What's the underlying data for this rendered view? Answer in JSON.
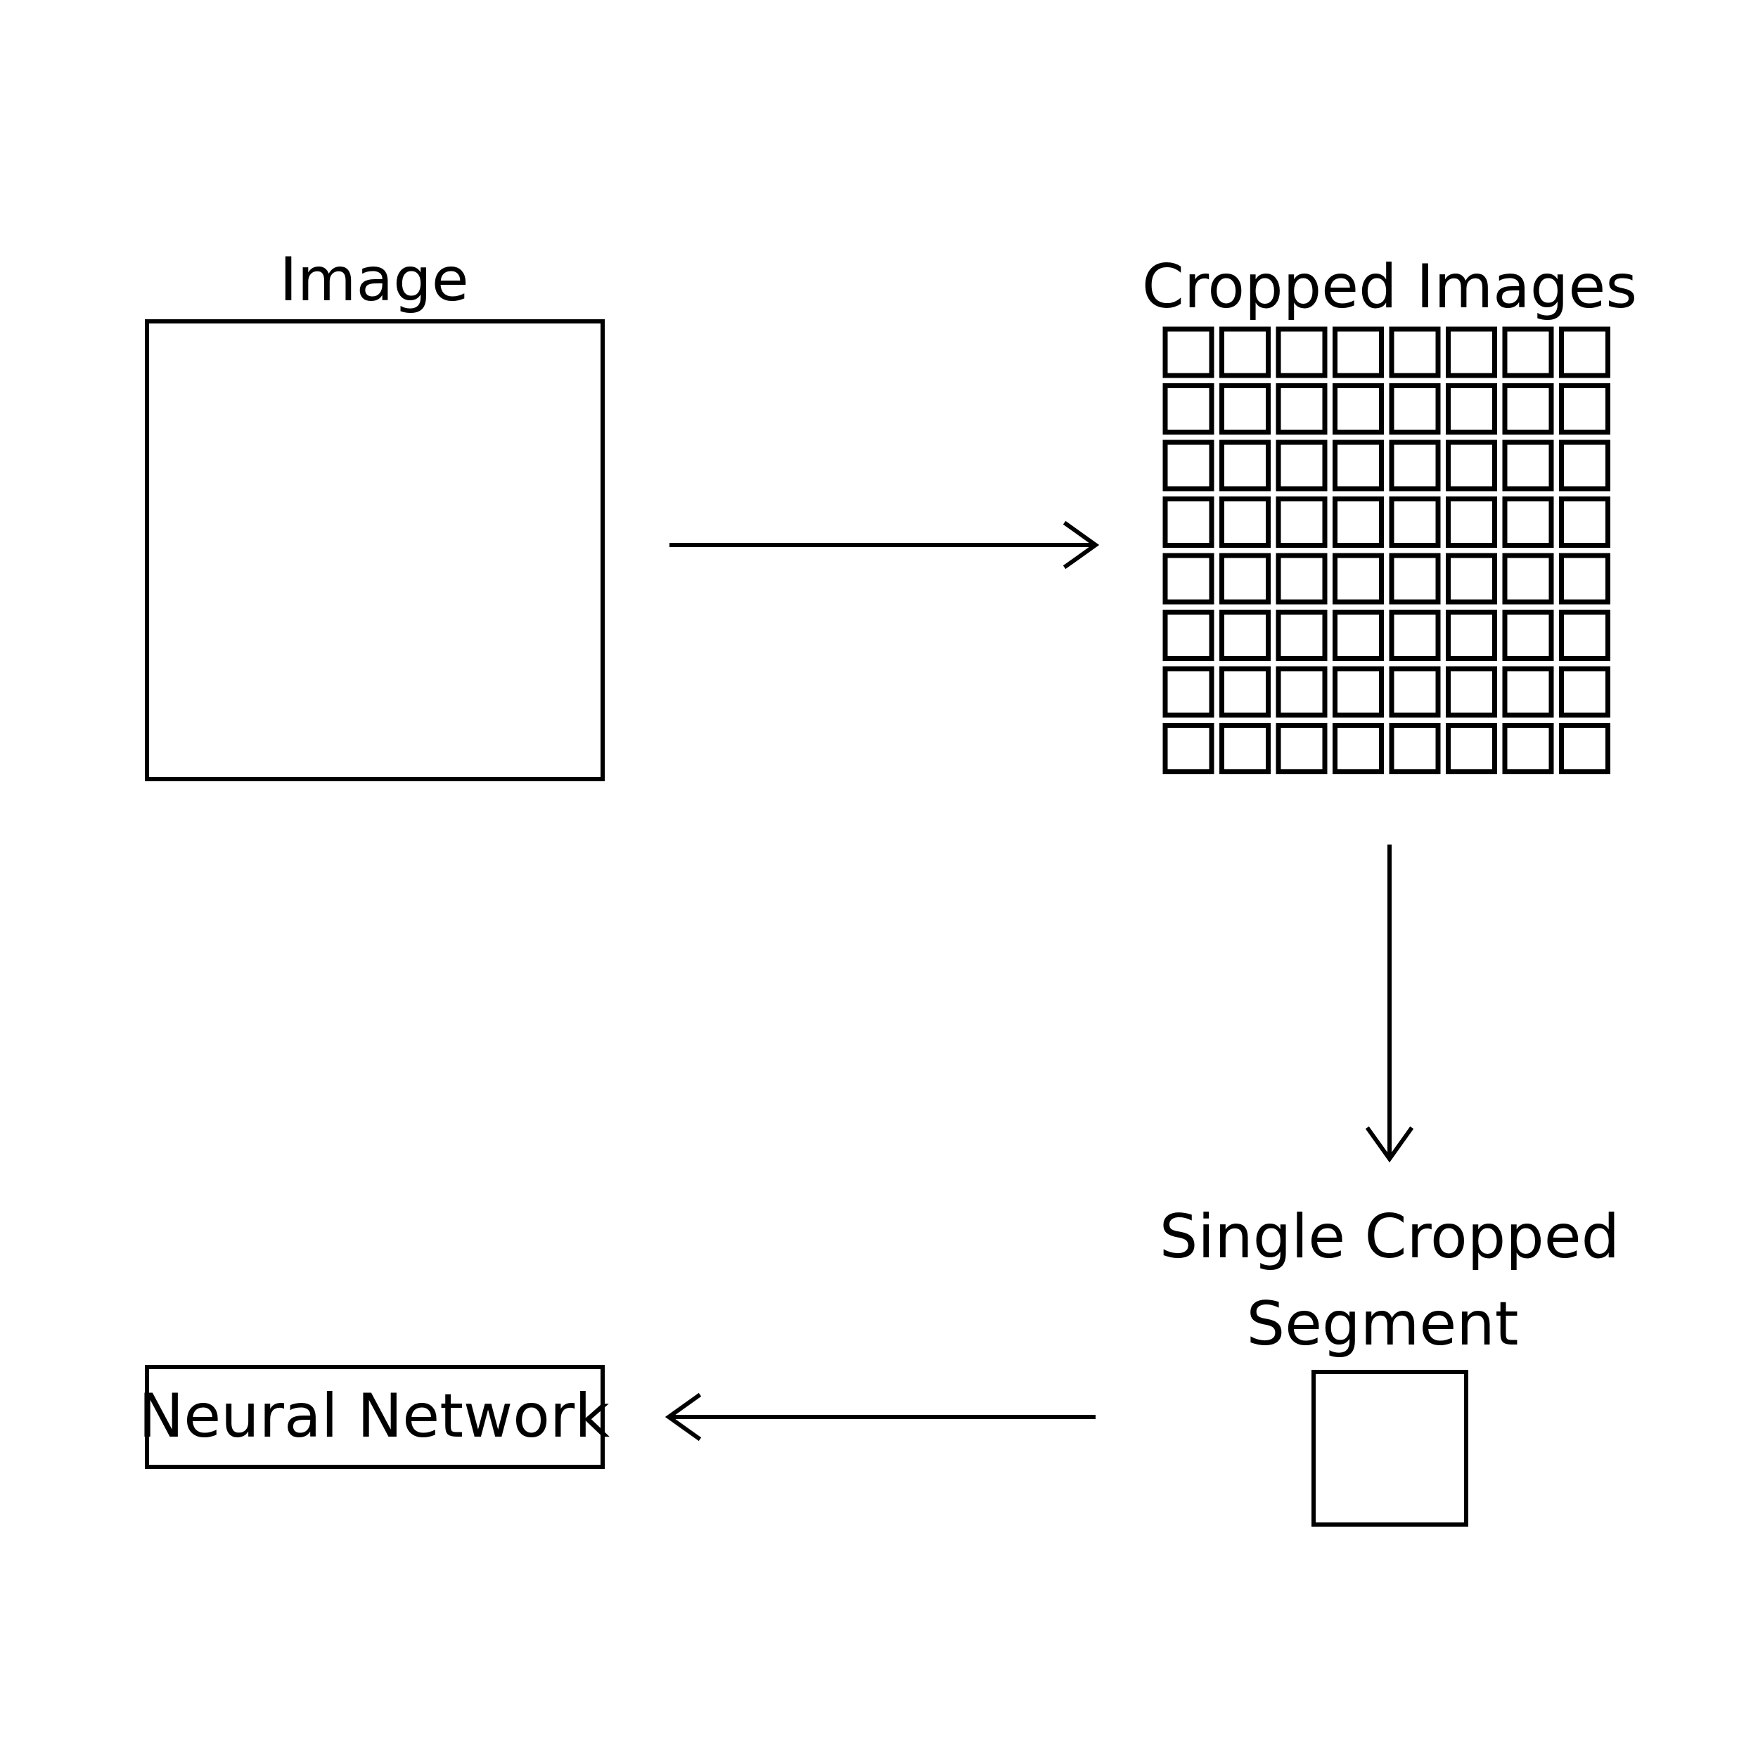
{
  "nodes": {
    "image": {
      "label": "Image"
    },
    "cropped_images": {
      "label": "Cropped Images",
      "grid_rows": 8,
      "grid_cols": 8
    },
    "single_segment": {
      "label_line1": "Single Cropped",
      "label_line2": "Segment"
    },
    "neural_network": {
      "label": "Neural Network"
    }
  },
  "edges": [
    {
      "from": "Image",
      "to": "Cropped Images"
    },
    {
      "from": "Cropped Images",
      "to": "Single Cropped Segment"
    },
    {
      "from": "Single Cropped Segment",
      "to": "Neural Network"
    }
  ],
  "colors": {
    "stroke": "#000000",
    "background": "#ffffff"
  }
}
